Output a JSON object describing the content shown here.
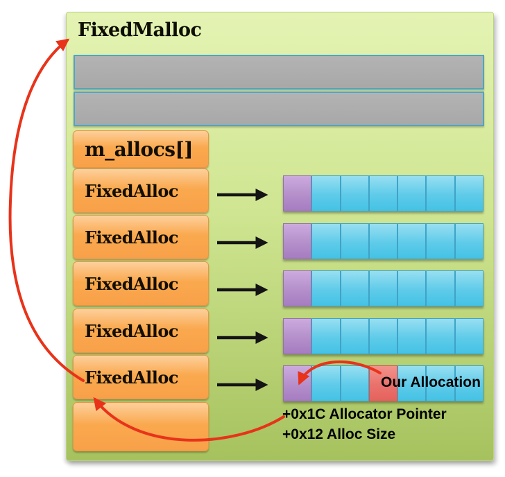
{
  "diagram": {
    "title": "FixedMalloc",
    "array_label": "m_allocs[]",
    "allocators": [
      {
        "label": "FixedAlloc"
      },
      {
        "label": "FixedAlloc"
      },
      {
        "label": "FixedAlloc"
      },
      {
        "label": "FixedAlloc"
      },
      {
        "label": "FixedAlloc"
      }
    ],
    "memory_rows": [
      {
        "cells": [
          "pointer",
          "free",
          "free",
          "free",
          "free",
          "free",
          "free"
        ]
      },
      {
        "cells": [
          "pointer",
          "free",
          "free",
          "free",
          "free",
          "free",
          "free"
        ]
      },
      {
        "cells": [
          "pointer",
          "free",
          "free",
          "free",
          "free",
          "free",
          "free"
        ]
      },
      {
        "cells": [
          "pointer",
          "free",
          "free",
          "free",
          "free",
          "free",
          "free"
        ]
      },
      {
        "cells": [
          "pointer",
          "free",
          "free",
          "allocated",
          "free",
          "free",
          "free"
        ]
      }
    ],
    "annotations": {
      "our_allocation": "Our Allocation",
      "offsets": [
        "+0x1C Allocator Pointer",
        "+0x12 Alloc Size"
      ]
    },
    "colors": {
      "container_green_top": "#e4f3b3",
      "container_green_bottom": "#a6c25e",
      "gray_bar": "#ababab",
      "gray_bar_border": "#4ea5c3",
      "orange_top": "#fdd09c",
      "orange_bottom": "#f8a049",
      "purple_top": "#ccabdf",
      "purple_bottom": "#a57cc1",
      "cyan_top": "#97dff1",
      "cyan_bottom": "#44c2e5",
      "red_cell_top": "#f2938c",
      "red_cell_bottom": "#e5625e",
      "arrow_red": "#e8331a",
      "arrow_black": "#141414"
    }
  }
}
